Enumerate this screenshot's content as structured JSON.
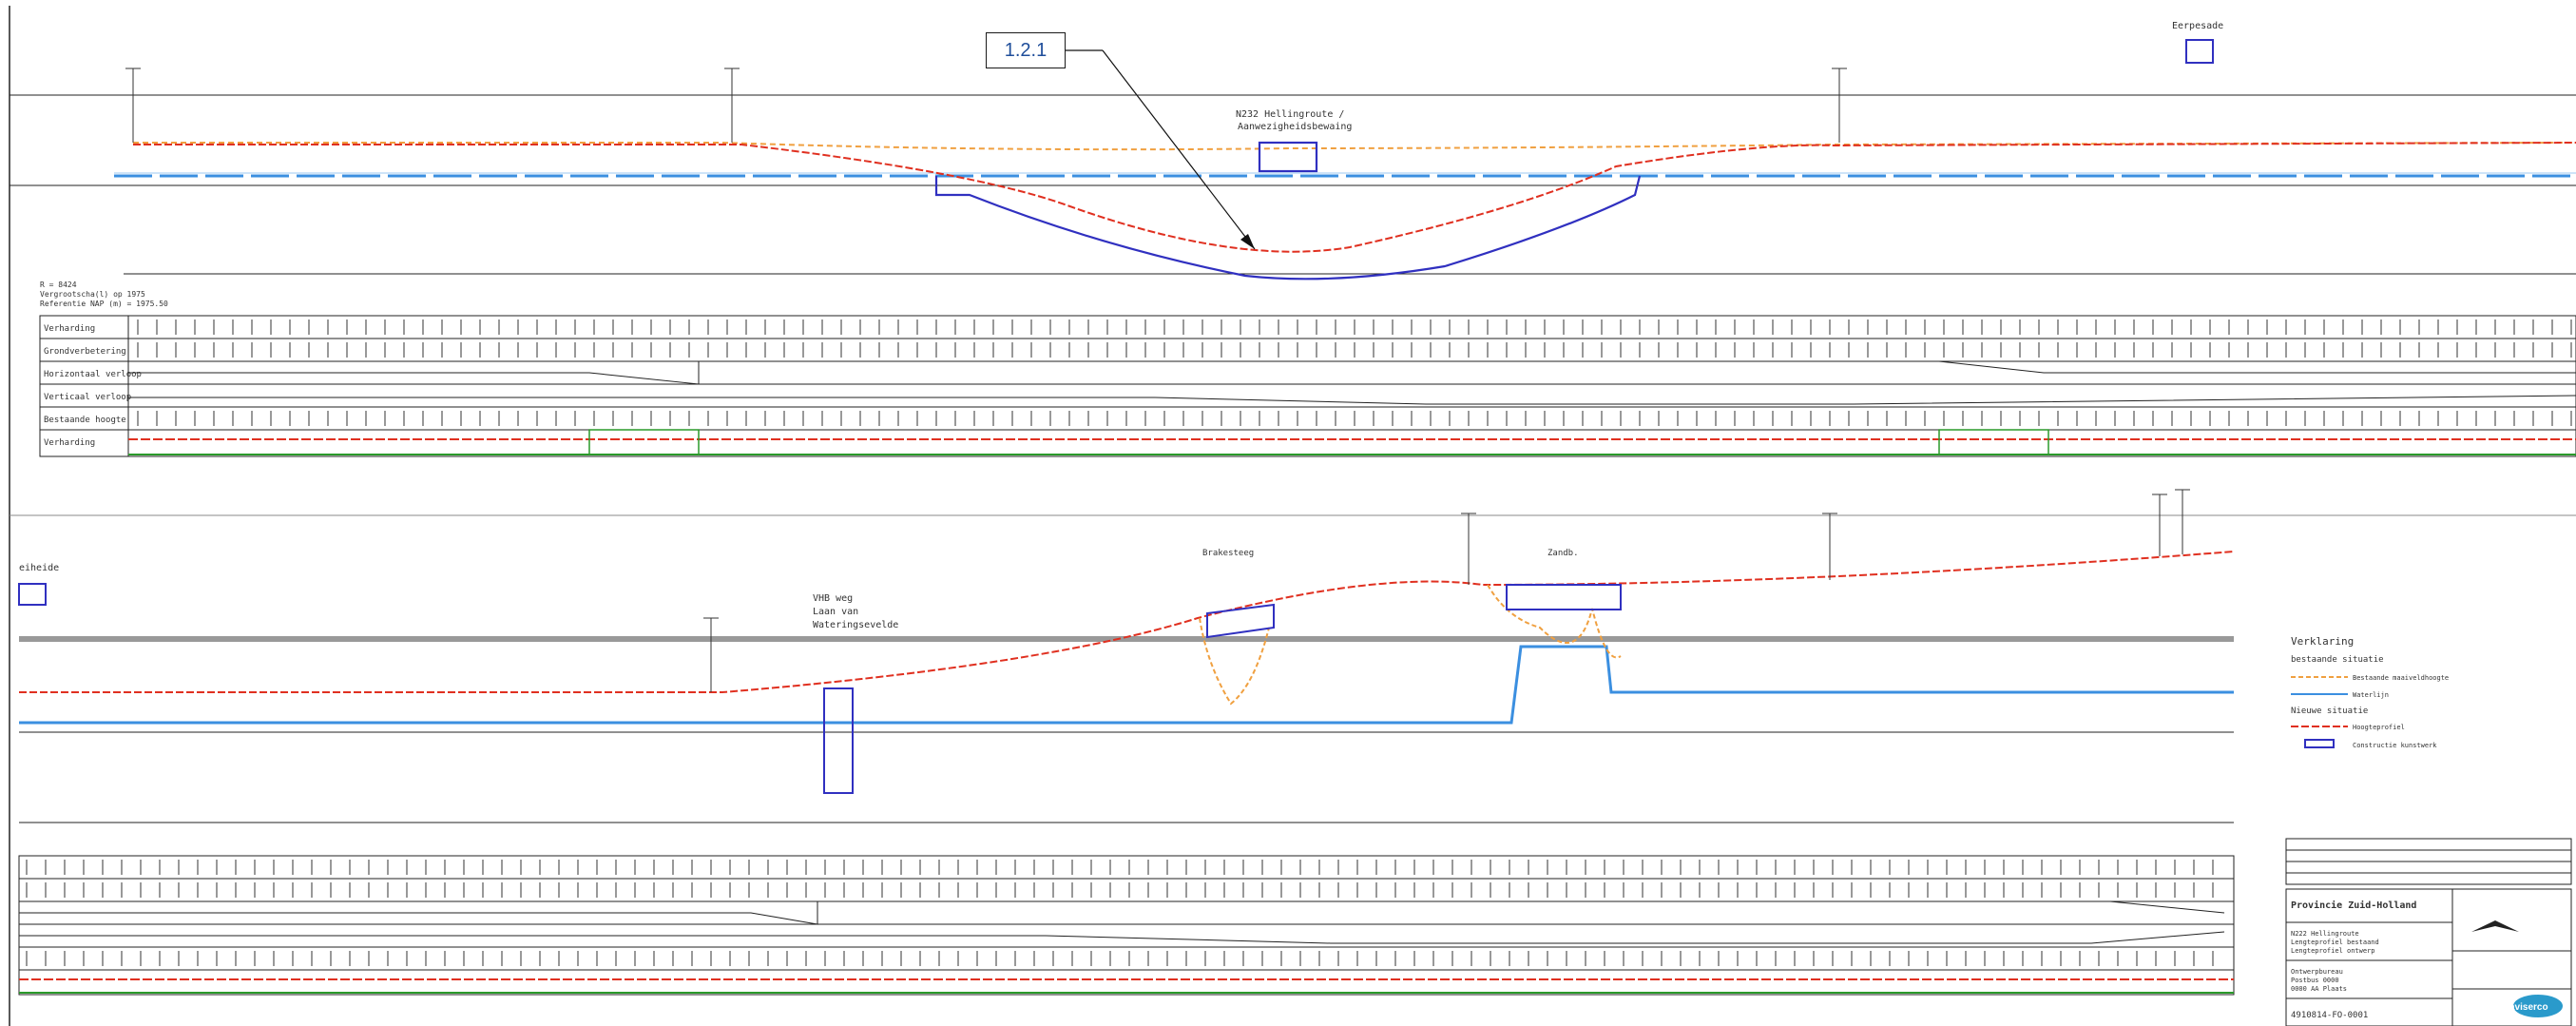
{
  "callout": {
    "label": "1.2.1"
  },
  "top_section": {
    "label_top_right": "Eerpesade",
    "road_label_lines": [
      "N232 Hellingroute /",
      "Aanwezigheidsbewaing"
    ],
    "left_notes": [
      "R = 8424",
      "Vergrootscha(l) op 1975",
      "Referentie NAP (m) = 1975.50"
    ],
    "profile_rows": [
      "Verharding",
      "Grondverbetering",
      "Horizontaal verloop",
      "Verticaal verloop",
      "Bestaande hoogte",
      "Verharding"
    ]
  },
  "bottom_section": {
    "label_left": "eiheide",
    "label_vhb": [
      "VHB weg",
      "Laan van",
      "Wateringsevelde"
    ],
    "label_middle": "Brakesteeg",
    "label_right": "Zandb."
  },
  "legend": {
    "title": "Verklaring",
    "section_existing": "bestaande situatie",
    "section_new": "Nieuwe situatie",
    "item_existing_surface": "Bestaande maaiveldhoogte",
    "item_water": "Waterlijn",
    "item_new_profile": "Hoogteprofiel",
    "item_structure": "Constructie kunstwerk"
  },
  "title_block": {
    "client": "Provincie Zuid-Holland",
    "project_lines": [
      "N222 Hellingroute",
      "Lengteprofiel bestaand",
      "Lengteprofiel ontwerp"
    ],
    "contractor_lines": [
      "Ontwerpbureau",
      "Postbus 0000",
      "0000 AA Plaats"
    ],
    "drawing_number": "4910814-FO-0001",
    "logo_text": "aviserco"
  },
  "colors": {
    "existing_profile": "#f0a040",
    "new_profile": "#e03020",
    "water": "#3b8fe0",
    "structure": "#3030c0",
    "ground_green": "#2a9a2a"
  }
}
